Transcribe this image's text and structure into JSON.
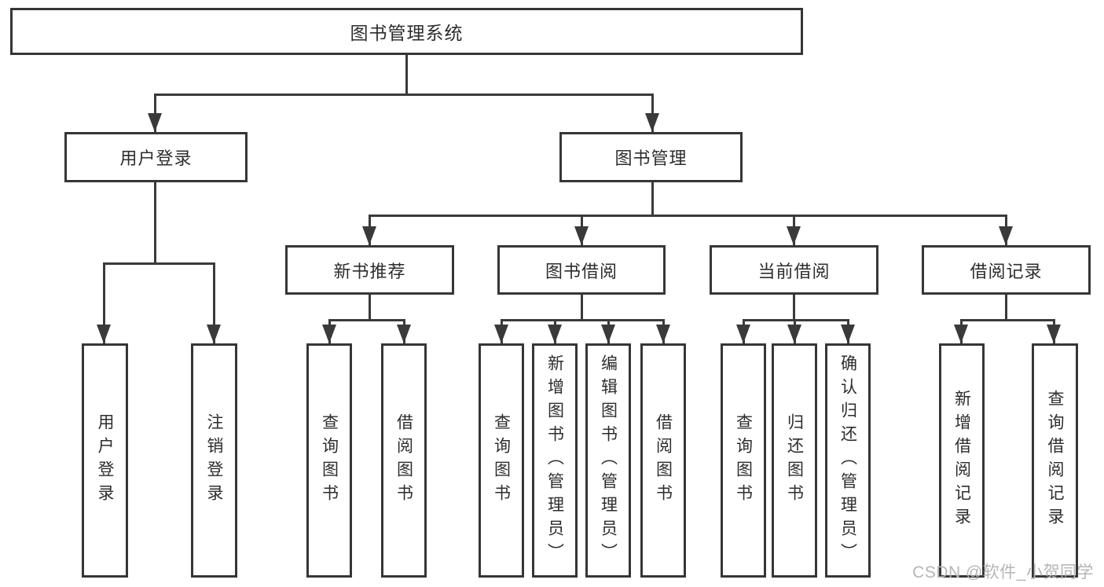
{
  "diagram": {
    "root": {
      "label": "图书管理系统"
    },
    "user_login": {
      "label": "用户登录",
      "children": [
        {
          "label": "用户登录"
        },
        {
          "label": "注销登录"
        }
      ]
    },
    "book_mgmt": {
      "label": "图书管理",
      "children": [
        {
          "label": "新书推荐",
          "children": [
            {
              "label": "查询图书"
            },
            {
              "label": "借阅图书"
            }
          ]
        },
        {
          "label": "图书借阅",
          "children": [
            {
              "label": "查询图书"
            },
            {
              "label": "新增图书（管理员）"
            },
            {
              "label": "编辑图书（管理员）"
            },
            {
              "label": "借阅图书"
            }
          ]
        },
        {
          "label": "当前借阅",
          "children": [
            {
              "label": "查询图书"
            },
            {
              "label": "归还图书"
            },
            {
              "label": "确认归还（管理员）"
            }
          ]
        },
        {
          "label": "借阅记录",
          "children": [
            {
              "label": "新增借阅记录"
            },
            {
              "label": "查询借阅记录"
            }
          ]
        }
      ]
    }
  },
  "watermark": {
    "text": "CSDN @软件_小贺同学"
  },
  "colors": {
    "line": "#3a3a3a",
    "box_border": "#363636",
    "text": "#2d2d2d",
    "watermark": "#b5b5b5",
    "background": "#ffffff"
  }
}
